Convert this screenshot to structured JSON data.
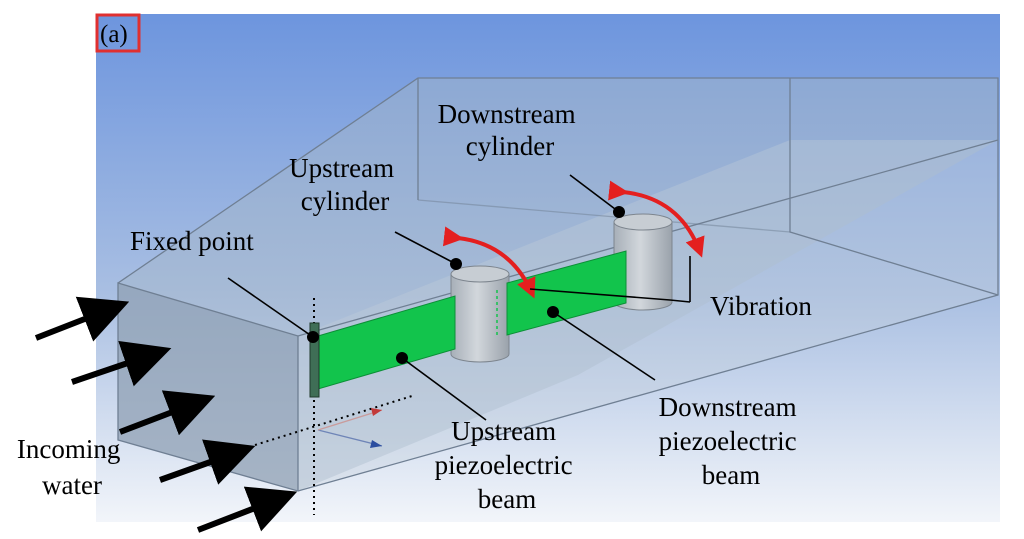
{
  "panel_label": "(a)",
  "labels": {
    "downstream_cylinder": [
      "Downstream",
      "cylinder"
    ],
    "upstream_cylinder": [
      "Upstream",
      "cylinder"
    ],
    "fixed_point": "Fixed point",
    "vibration": "Vibration",
    "incoming_water": [
      "Incoming",
      "water"
    ],
    "upstream_beam": [
      "Upstream",
      "piezoelectric",
      "beam"
    ],
    "downstream_beam": [
      "Downstream",
      "piezoelectric",
      "beam"
    ]
  },
  "colors": {
    "background_top": "#7f9fd6",
    "background_bottom": "#ffffff",
    "domain_face": "#9fb1c7",
    "beam_green": "#12c44c",
    "cylinder_gray": "#b9c0c7",
    "vibration_arrow": "#e41f1f",
    "panel_box": "#e03030"
  }
}
